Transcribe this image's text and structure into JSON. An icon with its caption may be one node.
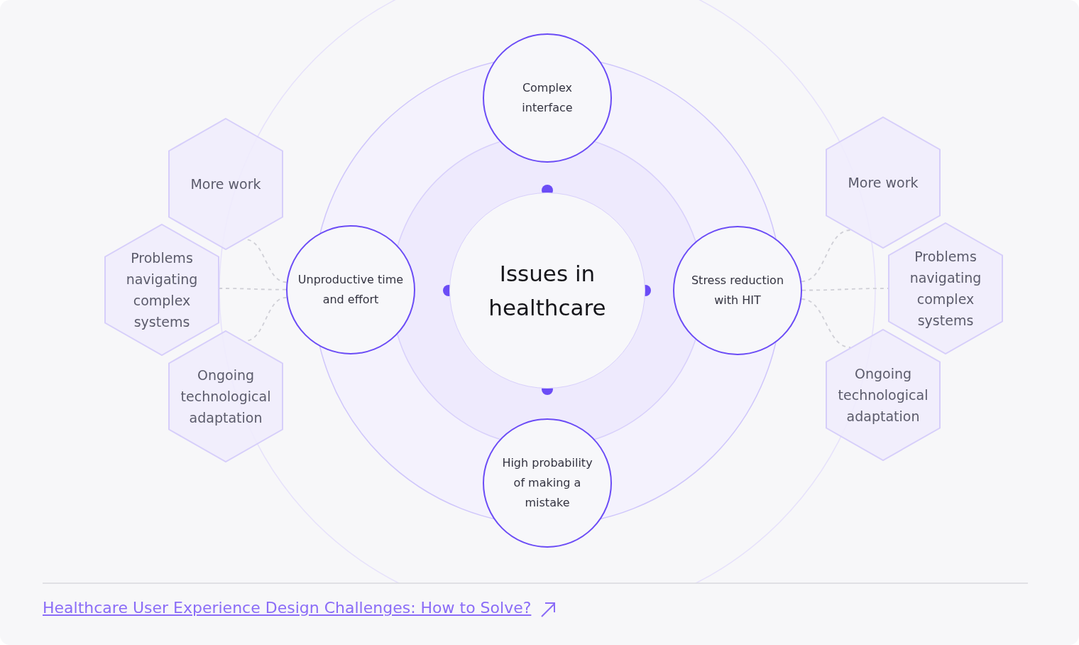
{
  "diagram": {
    "caption": "Healthcare User Experience Design Challenges: How to Solve?",
    "nodes": [
      {
        "text": [
          "Issues in healthcare"
        ]
      },
      {
        "text": [
          "Complex interface"
        ]
      },
      {
        "text": [
          "Unproductive time and effort"
        ]
      },
      {
        "text": [
          "Stress reduction with HIT"
        ]
      },
      {
        "text": [
          "High probability of making a mistake"
        ]
      },
      {
        "text": [
          "More work"
        ]
      },
      {
        "text": [
          "Problems navigating complex systems"
        ]
      },
      {
        "text": [
          "Ongoing technological adaptation"
        ]
      },
      {
        "text": [
          "More work"
        ]
      },
      {
        "text": [
          "Problems navigating complex systems"
        ]
      },
      {
        "text": [
          "Ongoing technological adaptation"
        ]
      }
    ],
    "edges": [
      {
        "from": 2,
        "to": 5,
        "arrow": "none",
        "style": "dashed"
      },
      {
        "from": 2,
        "to": 6,
        "arrow": "none",
        "style": "dashed"
      },
      {
        "from": 2,
        "to": 7,
        "arrow": "none",
        "style": "dashed"
      },
      {
        "from": 3,
        "to": 8,
        "arrow": "none",
        "style": "dashed"
      },
      {
        "from": 3,
        "to": 9,
        "arrow": "none",
        "style": "dashed"
      },
      {
        "from": 3,
        "to": 10,
        "arrow": "none",
        "style": "dashed"
      }
    ]
  }
}
